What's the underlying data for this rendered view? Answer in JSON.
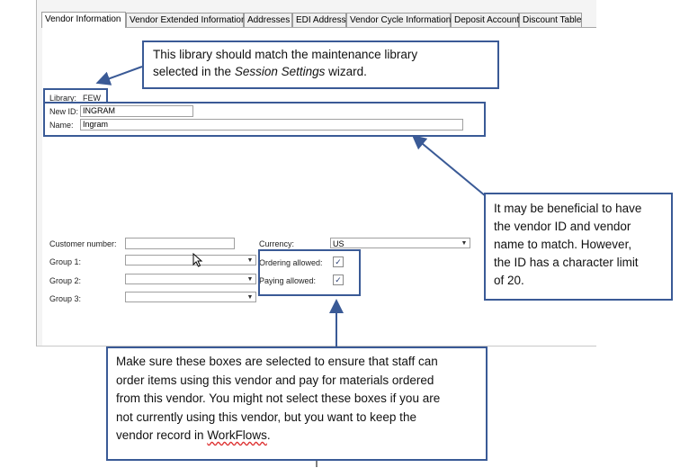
{
  "tabs": [
    {
      "label": "Vendor Information",
      "active": true
    },
    {
      "label": "Vendor Extended Information"
    },
    {
      "label": "Addresses"
    },
    {
      "label": "EDI Address"
    },
    {
      "label": "Vendor Cycle Information"
    },
    {
      "label": "Deposit Account"
    },
    {
      "label": "Discount Table"
    }
  ],
  "form": {
    "library_label": "Library:",
    "library_value": "FEW",
    "new_id_label": "New ID:",
    "new_id_value": "INGRAM",
    "name_label": "Name:",
    "name_value": "Ingram",
    "customer_number_label": "Customer number:",
    "customer_number_value": "",
    "group1_label": "Group 1:",
    "group2_label": "Group 2:",
    "group3_label": "Group 3:",
    "currency_label": "Currency:",
    "currency_value": "US",
    "ordering_label": "Ordering allowed:",
    "ordering_checked": true,
    "paying_label": "Paying allowed:",
    "paying_checked": true,
    "check_glyph": "✓",
    "dropdown_glyph": "▼"
  },
  "callouts": {
    "library": {
      "line1": "This library should match the maintenance library",
      "line2_prefix": "selected in the ",
      "line2_emph": "Session Settings",
      "line2_suffix": " wizard."
    },
    "vendor_id": [
      "It may be beneficial to have",
      "the vendor ID and vendor",
      "name to match. However,",
      "the ID has a character limit",
      "of 20."
    ],
    "boxes": {
      "lines": [
        "Make sure these boxes are selected to ensure that staff can",
        "order items using this vendor and pay for materials ordered",
        "from this vendor. You might not select these boxes if you are",
        "not currently using this vendor, but you want to keep the"
      ],
      "last_prefix": "vendor record in ",
      "last_word": "WorkFlows",
      "last_suffix": "."
    }
  },
  "colors": {
    "callout_border": "#3a5a96"
  }
}
